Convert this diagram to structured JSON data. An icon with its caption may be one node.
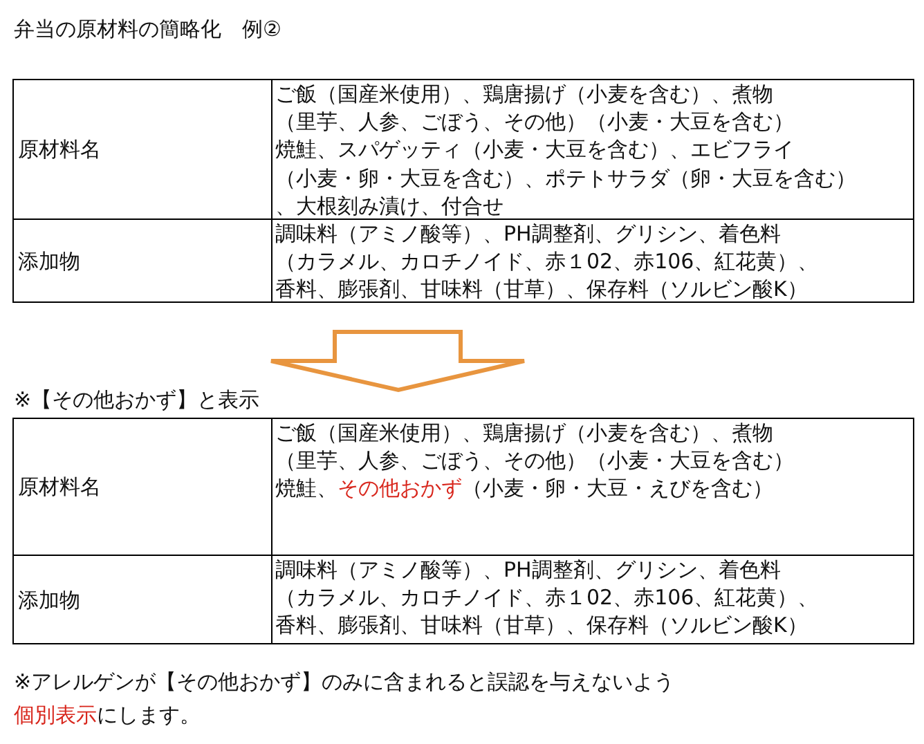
{
  "diagram": {
    "title": "弁当の原材料の簡略化　例②",
    "labels": [
      "原材料名",
      "ご飯（国産米使用）、鶏唐揚げ（小麦を含む）、煮物",
      "（里芋、人参、ごぼう、その他）（小麦・大豆を含む）",
      "焼鮭、スパゲッティ（小麦・大豆を含む）、エビフライ",
      "（小麦・卵・大豆を含む）、ポテトサラダ（卵・大豆を含む）",
      "、大根刻み漬け、付合せ",
      "添加物",
      "調味料（アミノ酸等）、PH調整剤、グリシン、着色料",
      "（カラメル、カロチノイド、赤１02、赤106、紅花黄）、",
      "香料、膨張剤、甘味料（甘草）、保存料（ソルビン酸K）",
      "※【その他おかず】と表示",
      "原材料名",
      "ご飯（国産米使用）、鶏唐揚げ（小麦を含む）、煮物",
      "（里芋、人参、ごぼう、その他）（小麦・大豆を含む）",
      "焼鮭、",
      "その他おかず",
      "（小麦・卵・大豆・えびを含む）",
      "添加物",
      "調味料（アミノ酸等）、PH調整剤、グリシン、着色料",
      "（カラメル、カロチノイド、赤１02、赤106、紅花黄）、",
      "香料、膨張剤、甘味料（甘草）、保存料（ソルビン酸K）",
      "※アレルゲンが【その他おかず】のみに含まれると誤認を与えないよう",
      "個別表示",
      "にします。"
    ]
  }
}
